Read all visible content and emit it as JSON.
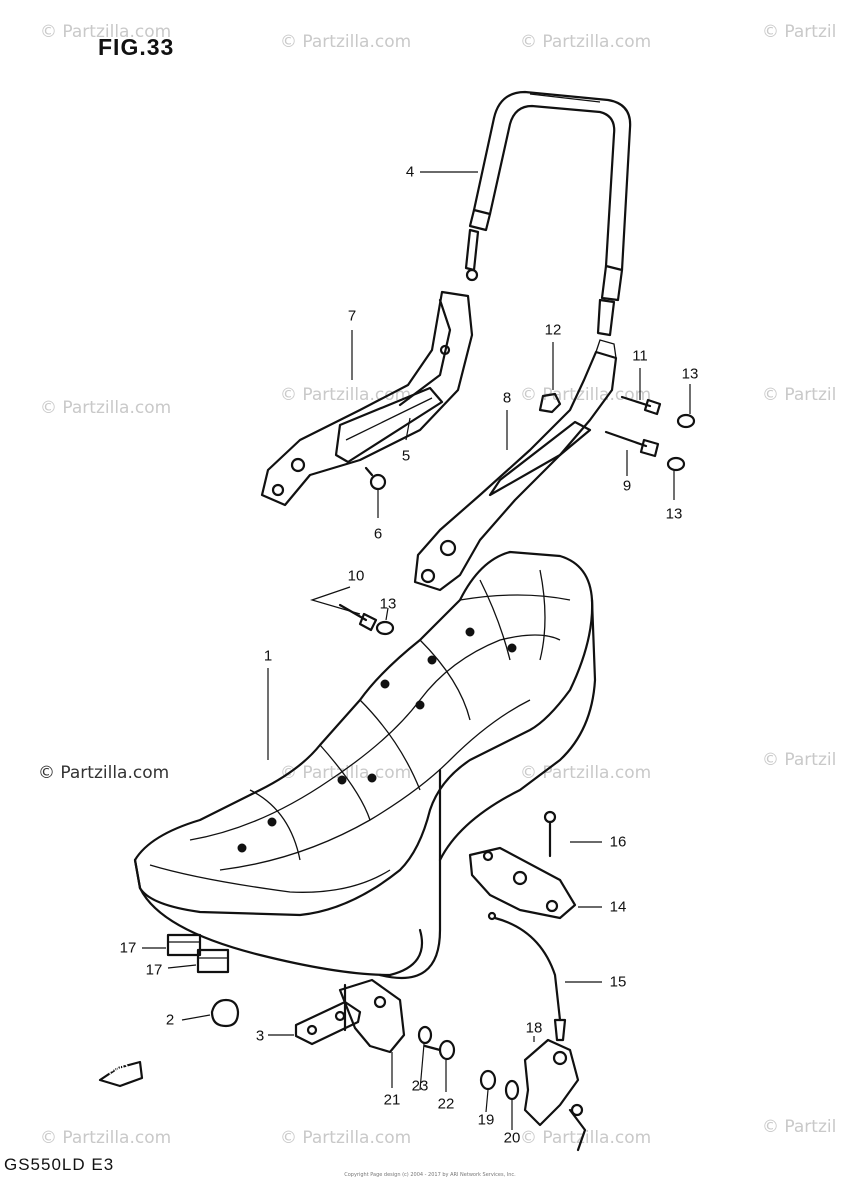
{
  "figure": {
    "title": "FIG.33",
    "model": "GS550LD  E3",
    "copyright": "Copyright\nPage design (c) 2004 - 2017 by ARI Network Services, Inc."
  },
  "watermark": {
    "text": "© Partzilla.com",
    "text_short": "© Partzil"
  },
  "callouts": {
    "c1": "1",
    "c2": "2",
    "c3": "3",
    "c4": "4",
    "c5": "5",
    "c6": "6",
    "c7": "7",
    "c8": "8",
    "c9": "9",
    "c10": "10",
    "c11": "11",
    "c12": "12",
    "c13a": "13",
    "c13b": "13",
    "c13c": "13",
    "c14": "14",
    "c15": "15",
    "c16": "16",
    "c17a": "17",
    "c17b": "17",
    "c18": "18",
    "c19": "19",
    "c20": "20",
    "c21": "21",
    "c22": "22",
    "c23": "23"
  },
  "fwd_label": "FWD"
}
